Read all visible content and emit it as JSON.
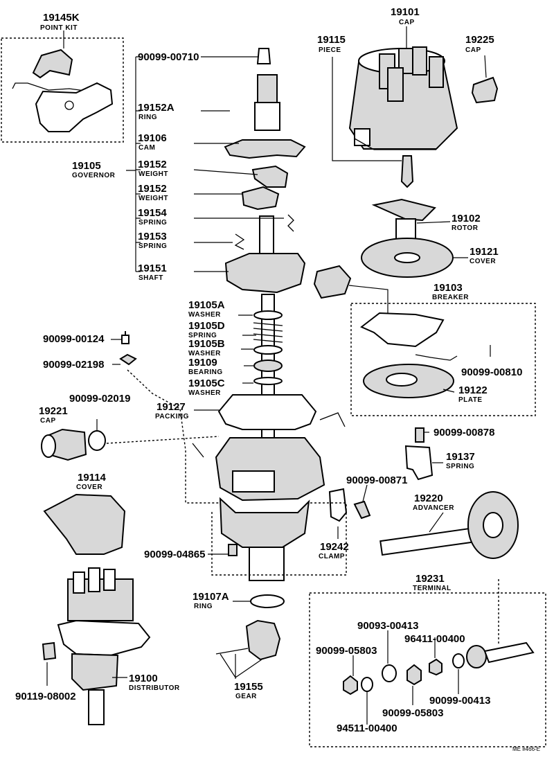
{
  "labels": {
    "p19145k": {
      "num": "19145K",
      "name": "POINT KIT"
    },
    "p19101": {
      "num": "19101",
      "name": "CAP"
    },
    "p19115": {
      "num": "19115",
      "name": "PIECE"
    },
    "p19225": {
      "num": "19225",
      "name": "CAP"
    },
    "p90099_00710": {
      "num": "90099-00710"
    },
    "p19152a": {
      "num": "19152A",
      "name": "RING"
    },
    "p19106": {
      "num": "19106",
      "name": "CAM"
    },
    "p19105": {
      "num": "19105",
      "name": "GOVERNOR"
    },
    "p19152_1": {
      "num": "19152",
      "name": "WEIGHT"
    },
    "p19152_2": {
      "num": "19152",
      "name": "WEIGHT"
    },
    "p19154": {
      "num": "19154",
      "name": "SPRING"
    },
    "p19153": {
      "num": "19153",
      "name": "SPRING"
    },
    "p19151": {
      "num": "19151",
      "name": "SHAFT"
    },
    "p19102": {
      "num": "19102",
      "name": "ROTOR"
    },
    "p19121": {
      "num": "19121",
      "name": "COVER"
    },
    "p19103": {
      "num": "19103",
      "name": "BREAKER"
    },
    "p19105a": {
      "num": "19105A",
      "name": "WASHER"
    },
    "p19105d": {
      "num": "19105D",
      "name": "SPRING"
    },
    "p19105b": {
      "num": "19105B",
      "name": "WASHER"
    },
    "p19109": {
      "num": "19109",
      "name": "BEARING"
    },
    "p19105c": {
      "num": "19105C",
      "name": "WASHER"
    },
    "p90099_00124": {
      "num": "90099-00124"
    },
    "p90099_02198": {
      "num": "90099-02198"
    },
    "p90099_00810": {
      "num": "90099-00810"
    },
    "p19122": {
      "num": "19122",
      "name": "PLATE"
    },
    "p19127": {
      "num": "19127",
      "name": "PACKING"
    },
    "p90099_02019": {
      "num": "90099-02019"
    },
    "p19221": {
      "num": "19221",
      "name": "CAP"
    },
    "p90099_00878": {
      "num": "90099-00878"
    },
    "p19137": {
      "num": "19137",
      "name": "SPRING"
    },
    "p19114": {
      "num": "19114",
      "name": "COVER"
    },
    "p90099_00871": {
      "num": "90099-00871"
    },
    "p19220": {
      "num": "19220",
      "name": "ADVANCER"
    },
    "p19242": {
      "num": "19242",
      "name": "CLAMP"
    },
    "p90099_04865": {
      "num": "90099-04865"
    },
    "p19231": {
      "num": "19231",
      "name": "TERMINAL"
    },
    "p19107a": {
      "num": "19107A",
      "name": "RING"
    },
    "p90093_00413": {
      "num": "90093-00413"
    },
    "p96411_00400": {
      "num": "96411-00400"
    },
    "p90099_05803_1": {
      "num": "90099-05803"
    },
    "p90099_05803_2": {
      "num": "90099-05803"
    },
    "p90099_00413": {
      "num": "90099-00413"
    },
    "p94511_00400": {
      "num": "94511-00400"
    },
    "p19100": {
      "num": "19100",
      "name": "DISTRIBUTOR"
    },
    "p90119_08002": {
      "num": "90119-08002"
    },
    "p19155": {
      "num": "19155",
      "name": "GEAR"
    }
  },
  "footer": {
    "code": "ME #466-E"
  }
}
